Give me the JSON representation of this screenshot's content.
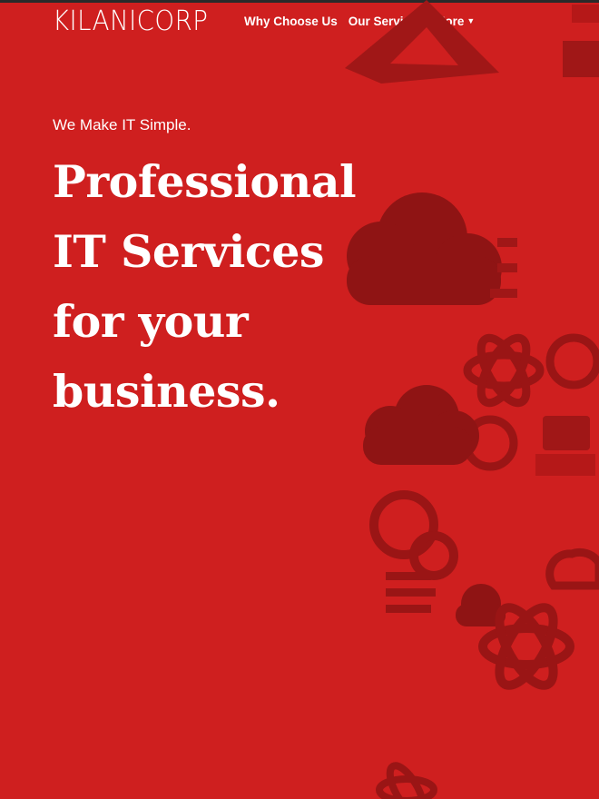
{
  "header": {
    "logo_text": "KILANICORP",
    "nav": [
      {
        "label": "Why Choose Us"
      },
      {
        "label": "Our Services"
      },
      {
        "label": "More",
        "has_dropdown": true
      }
    ]
  },
  "hero": {
    "tagline": "We Make IT Simple.",
    "headline_lines": [
      "Professional",
      "IT Services",
      "for your",
      "business."
    ]
  },
  "decor": {
    "icons": [
      "triangle-icon",
      "cloud-icon",
      "atom-icon",
      "cloud-icon",
      "power-icon",
      "monitor-icon",
      "gear-icon",
      "cloud-icon",
      "atom-icon",
      "cloud-icon"
    ]
  },
  "colors": {
    "background": "#cf1f1f",
    "icon_dark": "#8f1414",
    "icon_mid": "#b51818",
    "text": "#ffffff"
  }
}
